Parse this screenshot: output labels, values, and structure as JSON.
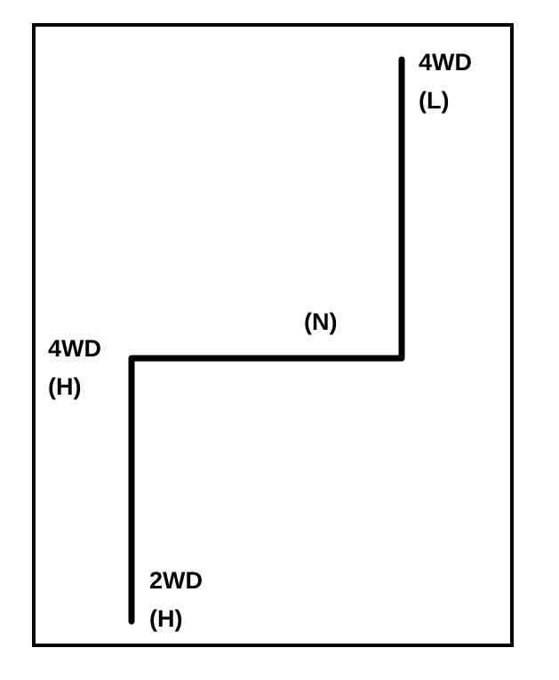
{
  "diagram": {
    "positions": [
      {
        "id": "4wd-low",
        "mode": "4WD",
        "range": "(L)"
      },
      {
        "id": "neutral",
        "mode": "",
        "range": "(N)"
      },
      {
        "id": "4wd-high",
        "mode": "4WD",
        "range": "(H)"
      },
      {
        "id": "2wd-high",
        "mode": "2WD",
        "range": "(H)"
      }
    ],
    "colors": {
      "line": "#000000",
      "background": "#ffffff"
    }
  }
}
